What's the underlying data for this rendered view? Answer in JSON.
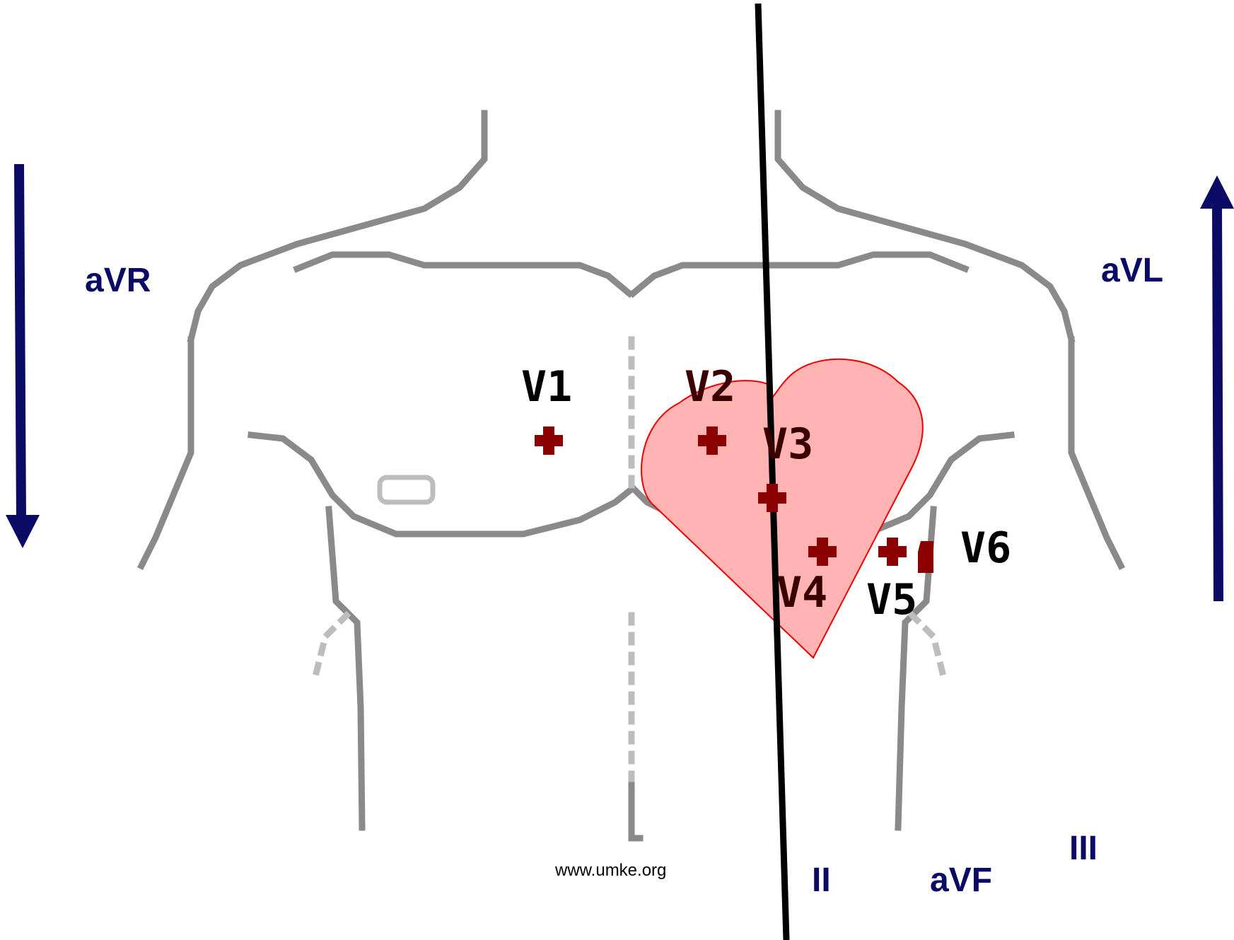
{
  "leads": {
    "avr": "aVR",
    "avl": "aVL",
    "ii": "II",
    "avf": "aVF",
    "iii": "III"
  },
  "electrodes": {
    "v1": "V1",
    "v2": "V2",
    "v3": "V3",
    "v4": "V4",
    "v5": "V5",
    "v6": "V6"
  },
  "credit": "www.umke.org",
  "colors": {
    "arrow": "#0b0b66",
    "lead_label": "#0b0b66",
    "electrode_dot": "#8b0000",
    "heart_fill": "#ffb3b3",
    "heart_stroke": "#ee0000",
    "body_outline": "#8a8a8a",
    "axis_line": "#000000"
  }
}
